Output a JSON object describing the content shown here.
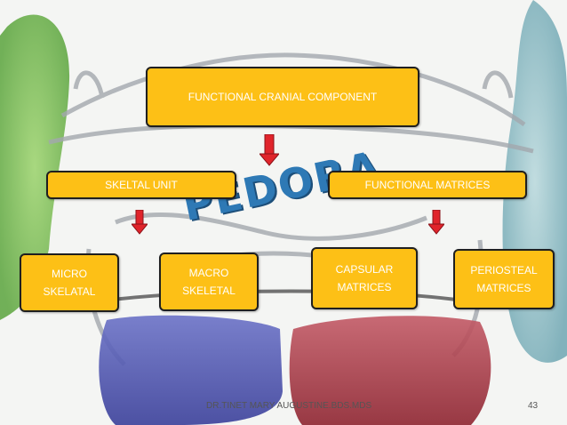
{
  "diagram": {
    "root": "FUNCTIONAL CRANIAL COMPONENT",
    "level2": [
      "SKELTAL UNIT",
      "FUNCTIONAL MATRICES"
    ],
    "level3": [
      "MICRO\nSKELATAL",
      "MACRO\nSKELETAL",
      "CAPSULAR\nMATRICES",
      "PERIOSTEAL\nMATRICES"
    ]
  },
  "watermark": "PEDORA",
  "footer": {
    "author": "DR.TINET MARY AUGUSTINE.BDS.MDS",
    "page_number": "43"
  },
  "colors": {
    "box_fill": "#fdc016",
    "arrow": "#e0242b",
    "watermark": "#2e79b5"
  }
}
